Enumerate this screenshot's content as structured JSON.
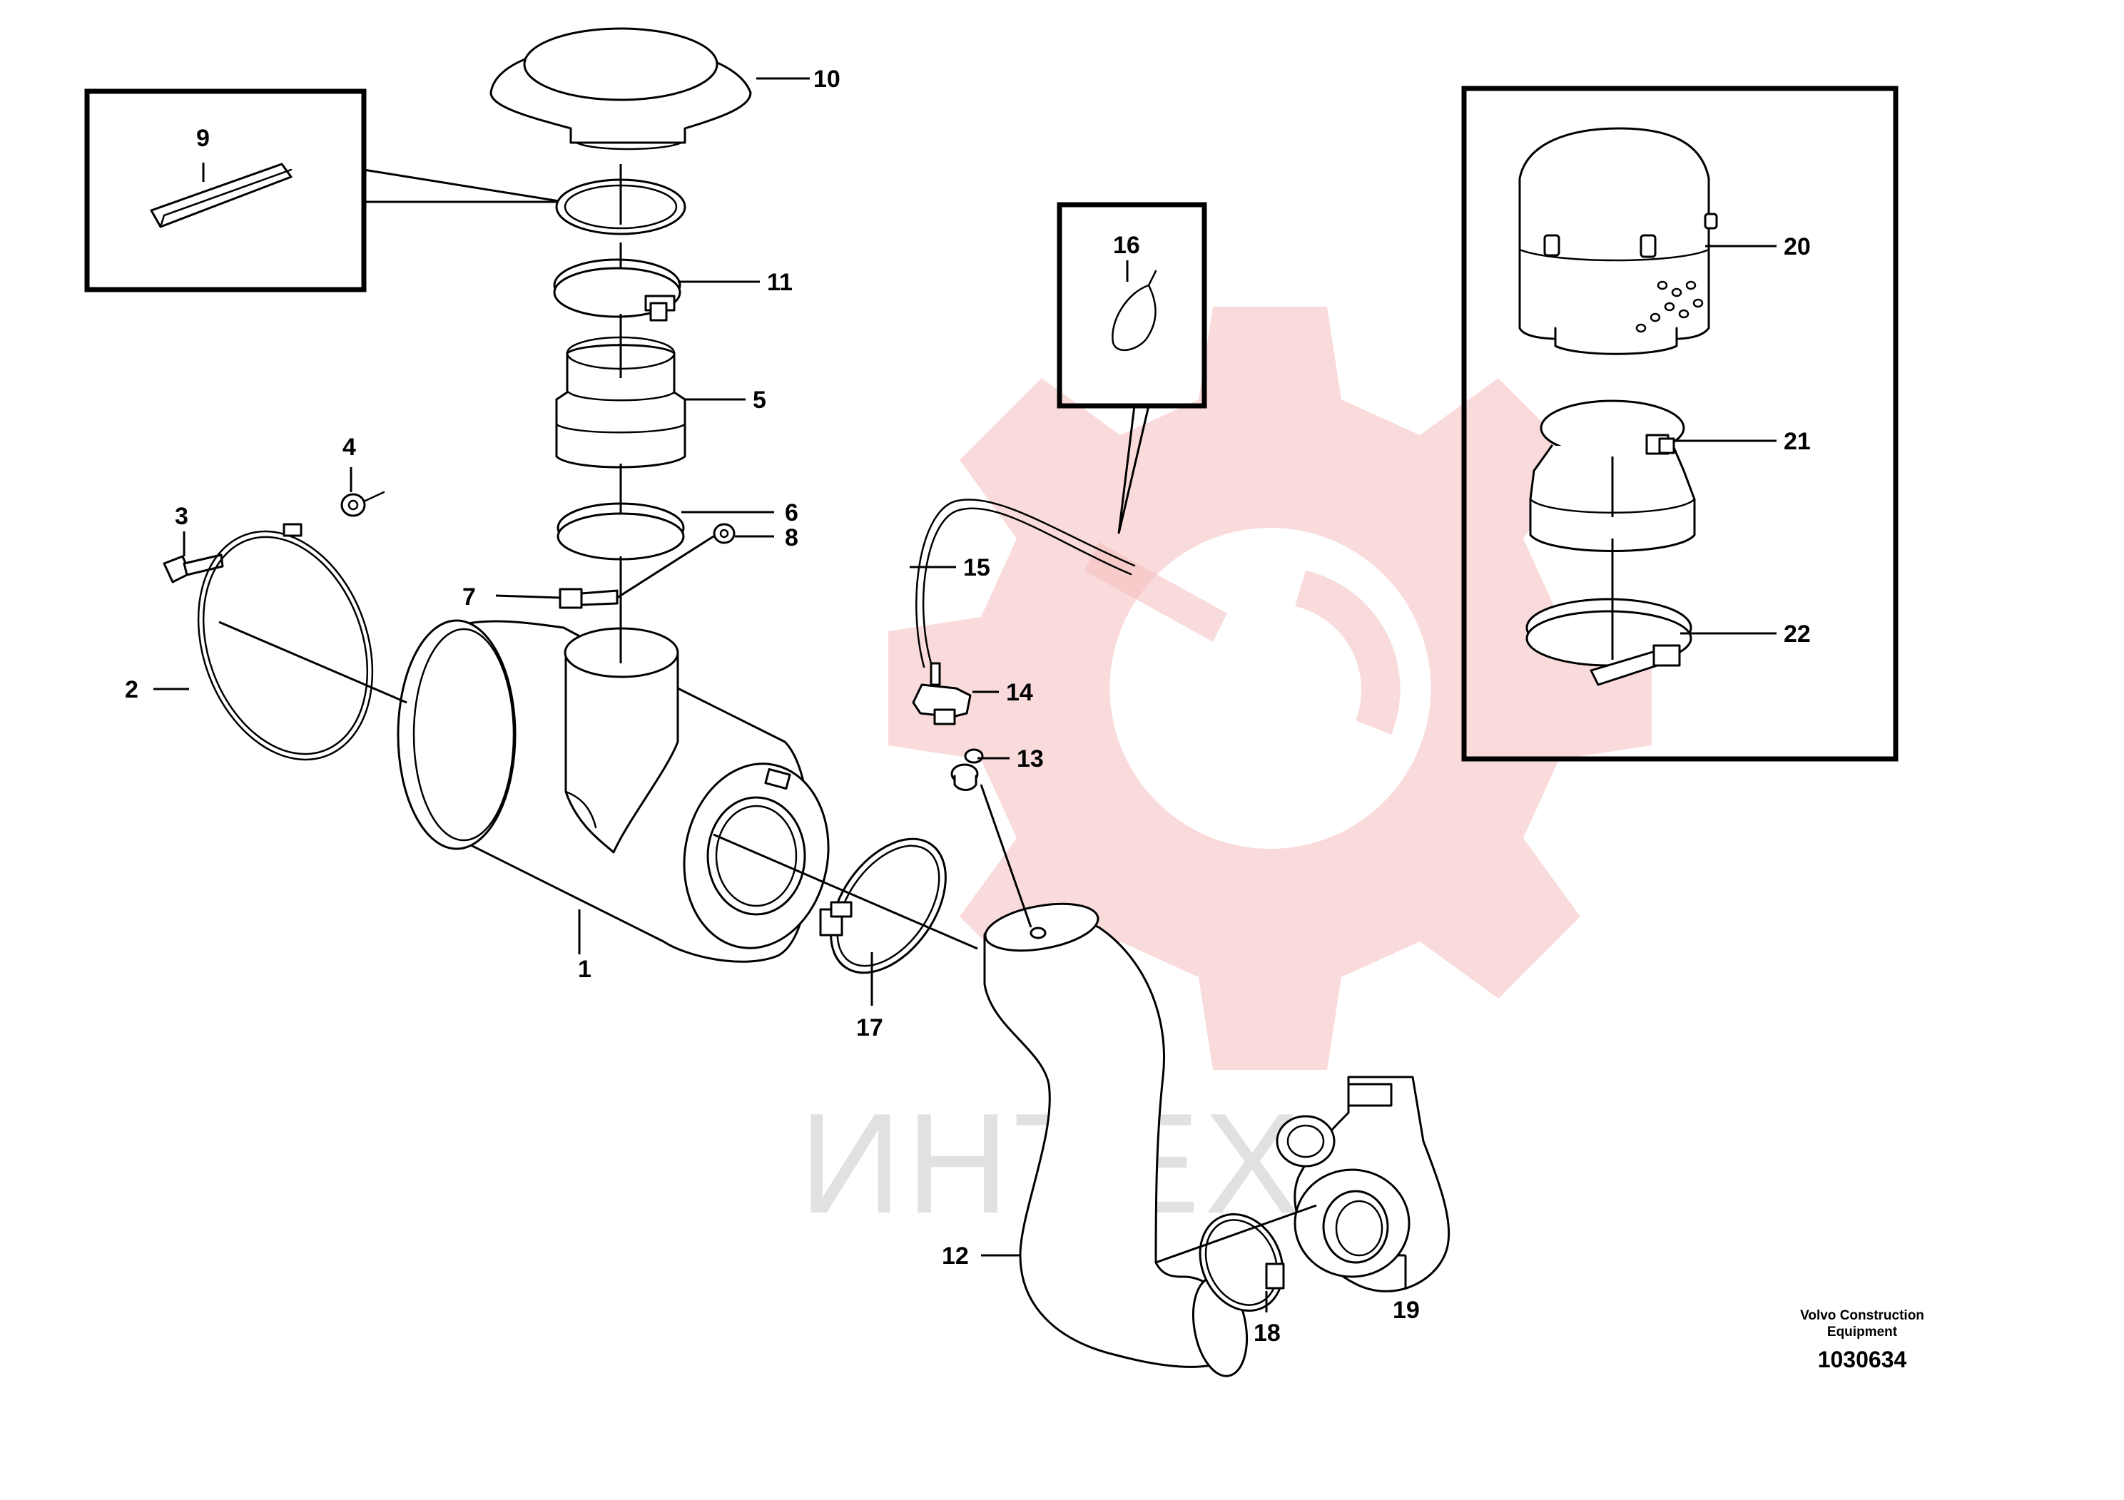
{
  "callouts": {
    "c1": "1",
    "c2": "2",
    "c3": "3",
    "c4": "4",
    "c5": "5",
    "c6": "6",
    "c7": "7",
    "c8": "8",
    "c9": "9",
    "c10": "10",
    "c11": "11",
    "c12": "12",
    "c13": "13",
    "c14": "14",
    "c15": "15",
    "c16": "16",
    "c17": "17",
    "c18": "18",
    "c19": "19",
    "c20": "20",
    "c21": "21",
    "c22": "22"
  },
  "watermark": {
    "text": "ИНТЕХ"
  },
  "credit": {
    "line1": "Volvo Construction",
    "line2": "Equipment"
  },
  "document_number": "1030634"
}
